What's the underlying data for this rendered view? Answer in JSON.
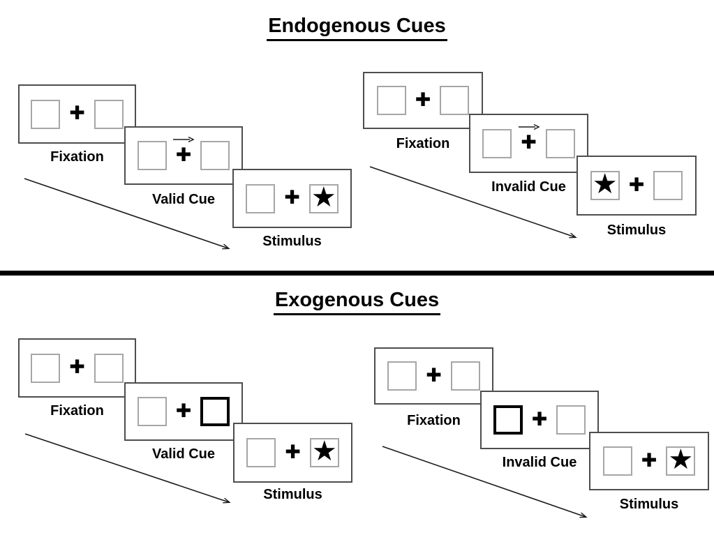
{
  "page": {
    "background": "#ffffff",
    "colors": {
      "panel_border": "#4d4d4d",
      "placeholder_box_border": "#a6a6a6",
      "cue_highlight_border": "#000000",
      "divider": "#000000",
      "text": "#000000"
    }
  },
  "glyphs": {
    "plus": "✚",
    "star": "★"
  },
  "sections": [
    {
      "title": "Endogenous Cues",
      "groups": [
        {
          "name": "valid-trial",
          "panels": [
            {
              "label": "Fixation",
              "left_box": "empty",
              "right_box": "empty",
              "center": "fixation-cross"
            },
            {
              "label": "Valid Cue",
              "left_box": "empty",
              "right_box": "empty",
              "center": "fixation-cross",
              "cue": "right-arrow-above-fixation"
            },
            {
              "label": "Stimulus",
              "left_box": "empty",
              "right_box": "star",
              "center": "fixation-cross"
            }
          ]
        },
        {
          "name": "invalid-trial",
          "panels": [
            {
              "label": "Fixation",
              "left_box": "empty",
              "right_box": "empty",
              "center": "fixation-cross"
            },
            {
              "label": "Invalid Cue",
              "left_box": "empty",
              "right_box": "empty",
              "center": "fixation-cross",
              "cue": "right-arrow-above-fixation"
            },
            {
              "label": "Stimulus",
              "left_box": "star",
              "right_box": "empty",
              "center": "fixation-cross"
            }
          ]
        }
      ]
    },
    {
      "title": "Exogenous Cues",
      "groups": [
        {
          "name": "valid-trial",
          "panels": [
            {
              "label": "Fixation",
              "left_box": "empty",
              "right_box": "empty",
              "center": "fixation-cross"
            },
            {
              "label": "Valid Cue",
              "left_box": "empty",
              "right_box": "highlighted-box",
              "center": "fixation-cross"
            },
            {
              "label": "Stimulus",
              "left_box": "empty",
              "right_box": "star",
              "center": "fixation-cross"
            }
          ]
        },
        {
          "name": "invalid-trial",
          "panels": [
            {
              "label": "Fixation",
              "left_box": "empty",
              "right_box": "empty",
              "center": "fixation-cross"
            },
            {
              "label": "Invalid Cue",
              "left_box": "highlighted-box",
              "right_box": "empty",
              "center": "fixation-cross"
            },
            {
              "label": "Stimulus",
              "left_box": "empty",
              "right_box": "star",
              "center": "fixation-cross"
            }
          ]
        }
      ]
    }
  ]
}
